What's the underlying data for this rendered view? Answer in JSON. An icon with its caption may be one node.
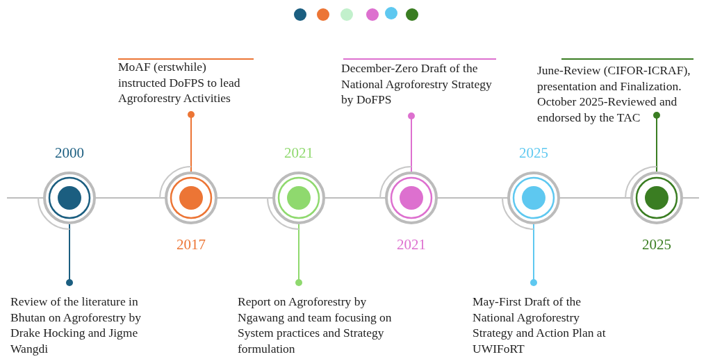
{
  "diagram": {
    "nodes": [
      {
        "text": [
          "2000"
        ]
      },
      {
        "text": [
          "Review of the literature in Bhutan on Agroforestry by Drake Hocking and  Jigme Wangdi"
        ]
      },
      {
        "text": [
          "2017"
        ]
      },
      {
        "text": [
          "MoAF (erstwhile) instructed DoFPS to lead Agroforestry Activities"
        ]
      },
      {
        "text": [
          "2021"
        ]
      },
      {
        "text": [
          "Report on Agroforestry by Ngawang and team focusing on System practices and Strategy formulation"
        ]
      },
      {
        "text": [
          "2021"
        ]
      },
      {
        "text": [
          "December-Zero Draft of the National Agroforestry Strategy by DoFPS"
        ]
      },
      {
        "text": [
          "2025"
        ]
      },
      {
        "text": [
          "May-First Draft of the National Agroforestry Strategy and Action Plan at UWIFoRT"
        ]
      },
      {
        "text": [
          "2025"
        ]
      },
      {
        "text": [
          "June-Review (CIFOR-ICRAF), presentation and Finalization. October 2025-Reviewed and endorsed by the TAC"
        ]
      }
    ],
    "edges": [
      {
        "from": 0,
        "to": 1,
        "arrow": "other",
        "color": "#1b5e80"
      },
      {
        "from": 2,
        "to": 3,
        "arrow": "other",
        "color": "#ec7535"
      },
      {
        "from": 4,
        "to": 5,
        "arrow": "other",
        "color": "#8fd96e"
      },
      {
        "from": 6,
        "to": 7,
        "arrow": "other",
        "color": "#dd70cf"
      },
      {
        "from": 8,
        "to": 9,
        "arrow": "other",
        "color": "#5ec8f0"
      },
      {
        "from": 10,
        "to": 11,
        "arrow": "other",
        "color": "#3a7d22"
      }
    ]
  }
}
